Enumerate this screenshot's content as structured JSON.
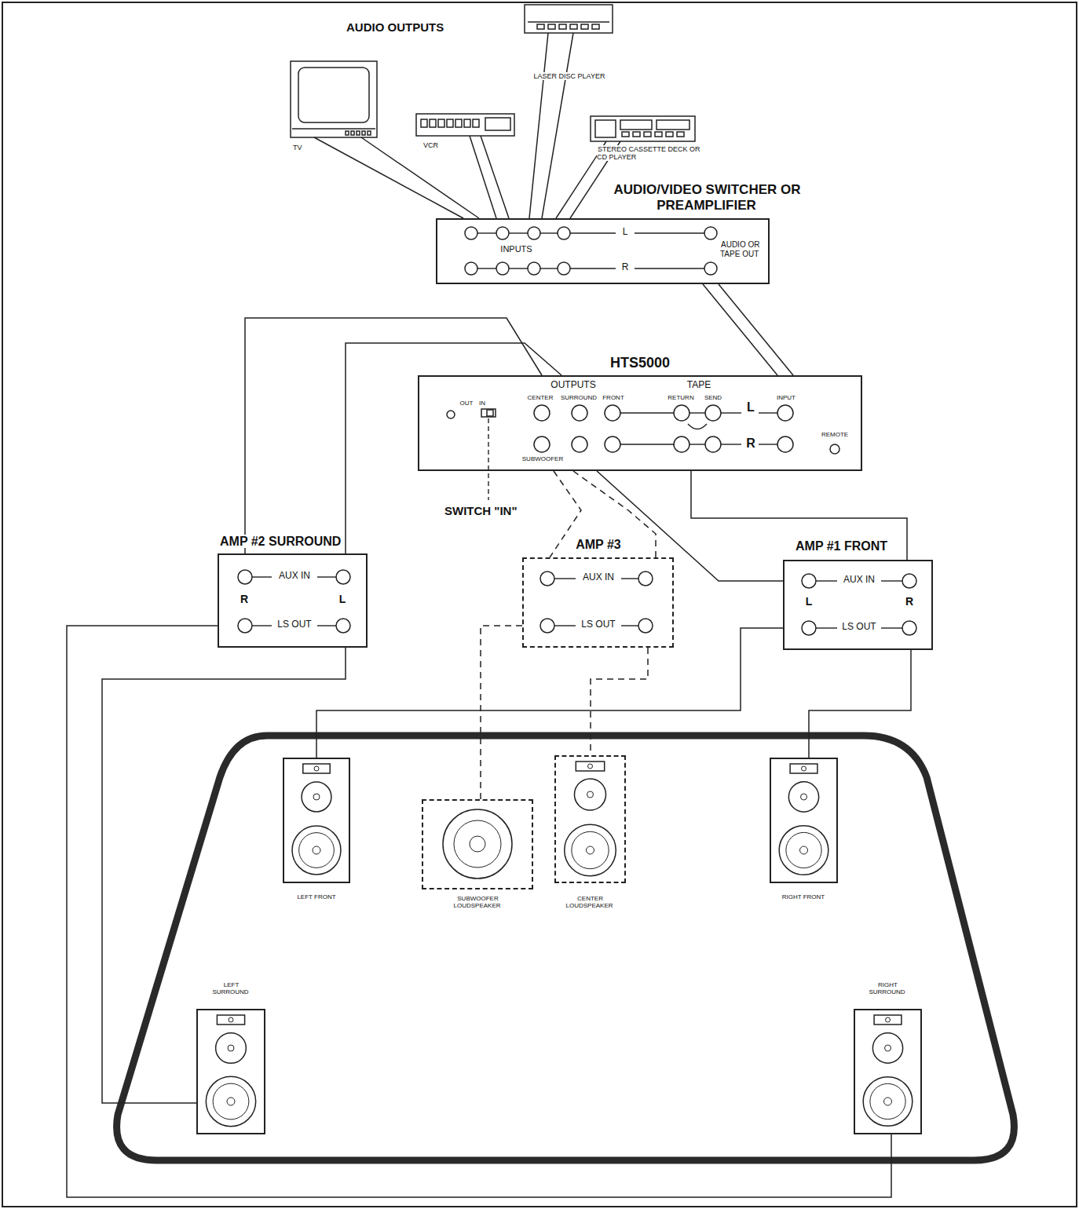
{
  "diagram": {
    "nodes": [
      {
        "text": [
          "TV"
        ]
      },
      {
        "text": [
          "VCR"
        ]
      },
      {
        "text": [
          "LASER DISC PLAYER"
        ]
      },
      {
        "text": [
          "STEREO CASSETTE DECK OR CD PLAYER"
        ]
      },
      {
        "text": [
          "AUDIO/VIDEO SWITCHER OR PREAMPLIFIER",
          "INPUTS",
          "L",
          "R",
          "AUDIO OR TAPE OUT"
        ]
      },
      {
        "text": [
          "HTS5000",
          "OUTPUTS",
          "TAPE",
          "CENTER",
          "SURROUND",
          "FRONT",
          "RETURN",
          "SEND",
          "INPUT",
          "L",
          "R",
          "SUBWOOFER",
          "OUT",
          "IN",
          "REMOTE"
        ]
      },
      {
        "text": [
          "AMP #2 SURROUND",
          "AUX IN",
          "LS OUT",
          "R",
          "L"
        ]
      },
      {
        "text": [
          "AMP #3",
          "AUX IN",
          "LS OUT"
        ]
      },
      {
        "text": [
          "AMP #1 FRONT",
          "AUX IN",
          "LS OUT",
          "L",
          "R"
        ]
      },
      {
        "text": [
          "LEFT FRONT"
        ]
      },
      {
        "text": [
          "SUBWOOFER LOUDSPEAKER"
        ]
      },
      {
        "text": [
          "CENTER LOUDSPEAKER"
        ]
      },
      {
        "text": [
          "RIGHT FRONT"
        ]
      },
      {
        "text": [
          "LEFT SURROUND"
        ]
      },
      {
        "text": [
          "RIGHT SURROUND"
        ]
      }
    ],
    "edges": [
      {
        "from": 0,
        "to": 4,
        "arrow": "none"
      },
      {
        "from": 1,
        "to": 4,
        "arrow": "none"
      },
      {
        "from": 2,
        "to": 4,
        "arrow": "none"
      },
      {
        "from": 3,
        "to": 4,
        "arrow": "none"
      },
      {
        "from": 4,
        "to": 5,
        "arrow": "none"
      },
      {
        "from": 5,
        "to": 6,
        "arrow": "none"
      },
      {
        "from": 5,
        "to": 7,
        "arrow": "none"
      },
      {
        "from": 5,
        "to": 8,
        "arrow": "none"
      },
      {
        "from": 6,
        "to": 13,
        "arrow": "none"
      },
      {
        "from": 6,
        "to": 14,
        "arrow": "none"
      },
      {
        "from": 7,
        "to": 10,
        "arrow": "none"
      },
      {
        "from": 7,
        "to": 11,
        "arrow": "none"
      },
      {
        "from": 8,
        "to": 9,
        "arrow": "none"
      },
      {
        "from": 8,
        "to": 12,
        "arrow": "none"
      }
    ],
    "labels": [
      "AUDIO OUTPUTS",
      "SWITCH \"IN\""
    ]
  }
}
